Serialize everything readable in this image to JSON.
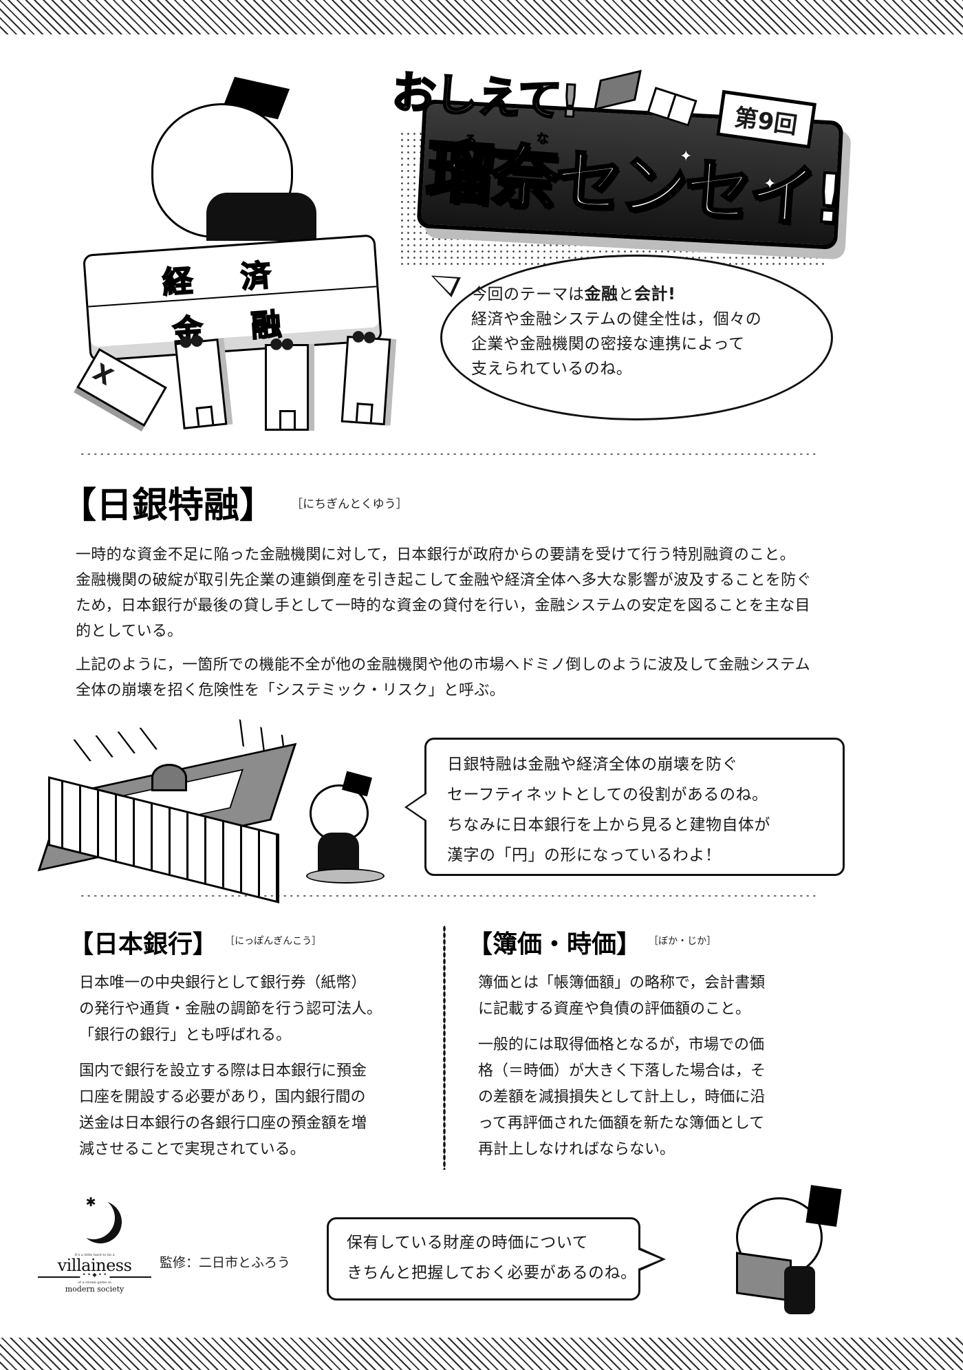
{
  "header": {
    "series_title_top": "おしえて!",
    "series_title_main": "瑠奈センセイ!",
    "series_title_ruby": [
      "る",
      "な"
    ],
    "episode_badge": "第9回"
  },
  "top_illustration": {
    "barrel_words": [
      "経済",
      "金融"
    ],
    "fallen_building_mark": "X"
  },
  "intro_bubble": {
    "line1_prefix": "今回のテーマは",
    "line1_bold1": "金融",
    "line1_mid": "と",
    "line1_bold2": "会計!",
    "lines": [
      "経済や金融システムの健全性は，個々の",
      "企業や金融機関の密接な連携によって",
      "支えられているのね。"
    ]
  },
  "term_nichigin_tokuyu": {
    "heading": "【日銀特融】",
    "reading": "［にちぎんとくゆう］",
    "paragraphs": [
      "一時的な資金不足に陥った金融機関に対して，日本銀行が政府からの要請を受けて行う特別融資のこと。",
      "金融機関の破綻が取引先企業の連鎖倒産を引き起こして金融や経済全体へ多大な影響が波及することを防ぐため，日本銀行が最後の貸し手として一時的な資金の貸付を行い，金融システムの安定を図ることを主な目的としている。",
      "上記のように，一箇所での機能不全が他の金融機関や他の市場へドミノ倒しのように波及して金融システム全体の崩壊を招く危険性を「システミック・リスク」と呼ぶ。"
    ]
  },
  "boj_bubble": {
    "lines": [
      "日銀特融は金融や経済全体の崩壊を防ぐ",
      "セーフティネットとしての役割があるのね。",
      "ちなみに日本銀行を上から見ると建物自体が",
      "漢字の「円」の形になっているわよ！"
    ]
  },
  "term_nippon_ginko": {
    "heading": "【日本銀行】",
    "reading": "［にっぽんぎんこう］",
    "paragraphs": [
      [
        "日本唯一の中央銀行として銀行券（紙幣）",
        "の発行や通貨・金融の調節を行う認可法人。",
        "「銀行の銀行」とも呼ばれる。"
      ],
      [
        "国内で銀行を設立する際は日本銀行に預金",
        "口座を開設する必要があり，国内銀行間の",
        "送金は日本銀行の各銀行口座の預金額を増",
        "減させることで実現されている。"
      ]
    ]
  },
  "term_boka_jika": {
    "heading": "【簿価・時価】",
    "reading": "［ぼか・じか］",
    "paragraphs": [
      [
        "簿価とは「帳簿価額」の略称で，会計書類",
        "に記載する資産や負債の評価額のこと。"
      ],
      [
        "一般的には取得価格となるが，市場での価",
        "格（＝時価）が大きく下落した場合は，そ",
        "の差額を減損損失として計上し，時価に沿",
        "って再評価された価額を新たな簿価として",
        "再計上しなければならない。"
      ]
    ]
  },
  "closing_bubble": {
    "lines": [
      "保有している財産の時価について",
      "きちんと把握しておく必要があるのね。"
    ]
  },
  "footer": {
    "logo_tagline_top": "It's a little hard to be a",
    "logo_name": "villainess",
    "logo_tagline_mid": "of a otome game in",
    "logo_tagline_bottom": "modern society",
    "supervisor": "監修：二日市とふろう"
  },
  "colors": {
    "ink": "#111111",
    "paper": "#ffffff",
    "screentone_gray": "#9a9a9a",
    "board_dark": "#1f1f1f"
  }
}
